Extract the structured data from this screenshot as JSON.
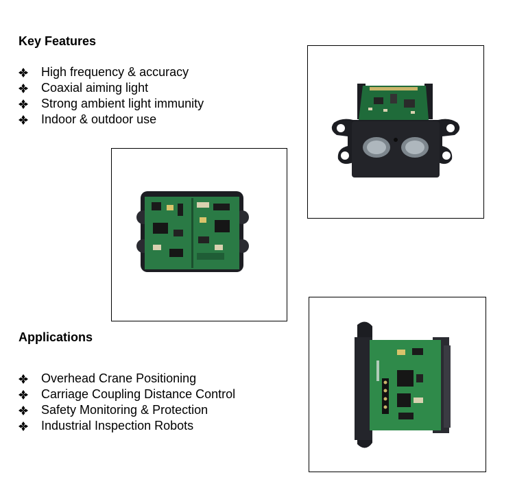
{
  "key_features": {
    "heading": "Key Features",
    "items": [
      "High frequency & accuracy",
      "Coaxial aiming light",
      "Strong ambient light immunity",
      "Indoor & outdoor use"
    ]
  },
  "applications": {
    "heading": "Applications",
    "items": [
      "Overhead Crane Positioning",
      "Carriage Coupling Distance Control",
      "Safety Monitoring & Protection",
      "Industrial Inspection Robots"
    ]
  },
  "bullet_icon": "four-diamond-bullet-icon",
  "photos": [
    {
      "name": "sensor-module-front-photo",
      "board_color": "#1f6b3a",
      "housing_color": "#1c1d22"
    },
    {
      "name": "sensor-module-back-photo",
      "board_color": "#2a7a45",
      "housing_color": "#1c1d22"
    },
    {
      "name": "sensor-module-top-photo",
      "board_color": "#2f8a4a",
      "housing_color": "#1c1d22"
    }
  ]
}
